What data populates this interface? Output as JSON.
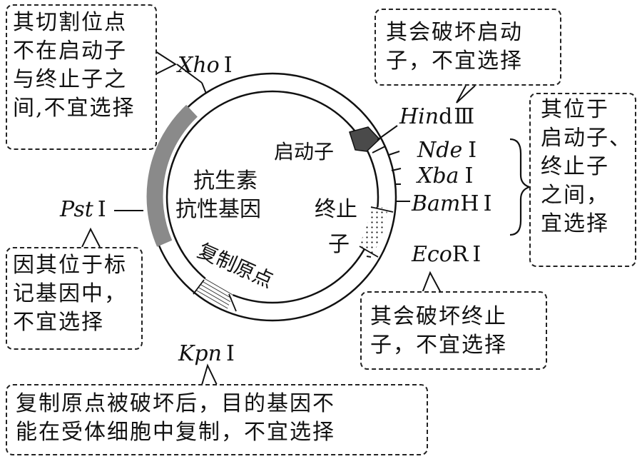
{
  "labels": {
    "xho": {
      "it": "Xho",
      "rn": "Ⅰ"
    },
    "hind": {
      "it": "Hin",
      "rom": "d",
      "rn": "Ⅲ"
    },
    "nde": {
      "it": "Nde",
      "rn": "Ⅰ"
    },
    "xba": {
      "it": "Xba",
      "rn": "Ⅰ"
    },
    "bamh": {
      "it": "Bam",
      "rom": "H",
      "rn": "Ⅰ"
    },
    "ecor": {
      "it": "Eco",
      "rom": "R",
      "rn": "Ⅰ"
    },
    "kpn": {
      "it": "Kpn",
      "rn": "Ⅰ"
    },
    "pst": {
      "it": "Pst",
      "rn": "Ⅰ"
    }
  },
  "inner": {
    "promoter": "启动子",
    "antibiotic_line1": "抗生素",
    "antibiotic_line2": "抗性基因",
    "terminator_line1": "终止",
    "terminator_line2": "子",
    "origin": "复制原点"
  },
  "notes": {
    "xho": "其切割位点\n不在启动子\n与终止子之\n间,不宜选择",
    "hind": "其会破坏启动\n子，不宜选择",
    "nde_group": "其位于\n启动子、\n终止子\n之间，\n宜选择",
    "pst": "因其位于标\n记基因中，\n不宜选择",
    "ecor": "其会破坏终止\n子，不宜选择",
    "kpn": "复制原点被破坏后，目的基因不\n能在受体细胞中复制，不宜选择"
  }
}
